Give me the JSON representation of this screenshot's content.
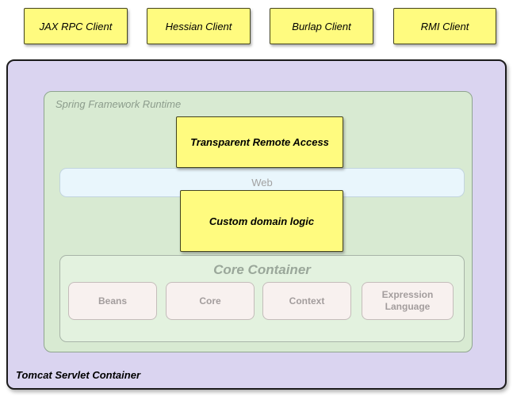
{
  "clients": [
    {
      "label": "JAX RPC Client"
    },
    {
      "label": "Hessian Client"
    },
    {
      "label": "Burlap Client"
    },
    {
      "label": "RMI Client"
    }
  ],
  "tomcat_container": {
    "label": "Tomcat Servlet Container"
  },
  "spring_runtime": {
    "label": "Spring Framework Runtime"
  },
  "remote_access": {
    "label": "Transparent Remote Access"
  },
  "web_layer": {
    "label": "Web"
  },
  "domain_logic": {
    "label": "Custom domain logic"
  },
  "core_container": {
    "label": "Core Container",
    "modules": [
      {
        "label": "Beans"
      },
      {
        "label": "Core"
      },
      {
        "label": "Context"
      },
      {
        "label": "Expression Language"
      }
    ]
  },
  "colors": {
    "client_box": "#FFFB7F",
    "tomcat_bg": "#DAD4F0",
    "spring_bg": "#D8EAD2",
    "web_bg": "#E9F6FC",
    "core_bg": "#E3F2DF",
    "module_bg": "#F8F1EF"
  }
}
